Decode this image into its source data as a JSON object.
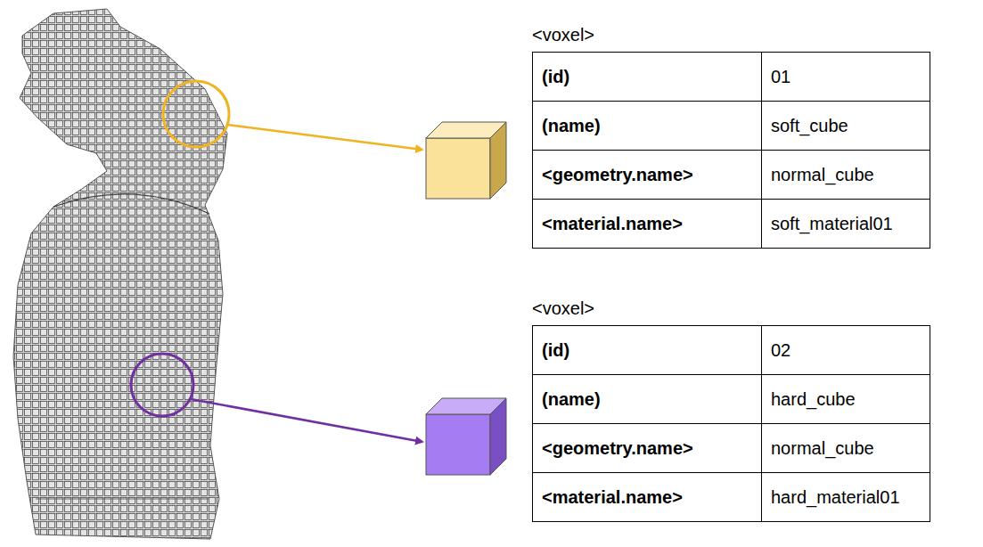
{
  "diagram": {
    "labels": [
      "<voxel>",
      "(id)",
      "01",
      "(name)",
      "soft_cube",
      "<geometry.name>",
      "normal_cube",
      "<material.name>",
      "soft_material01",
      "<voxel>",
      "(id)",
      "02",
      "(name)",
      "hard_cube",
      "<geometry.name>",
      "normal_cube",
      "<material.name>",
      "hard_material01"
    ]
  }
}
